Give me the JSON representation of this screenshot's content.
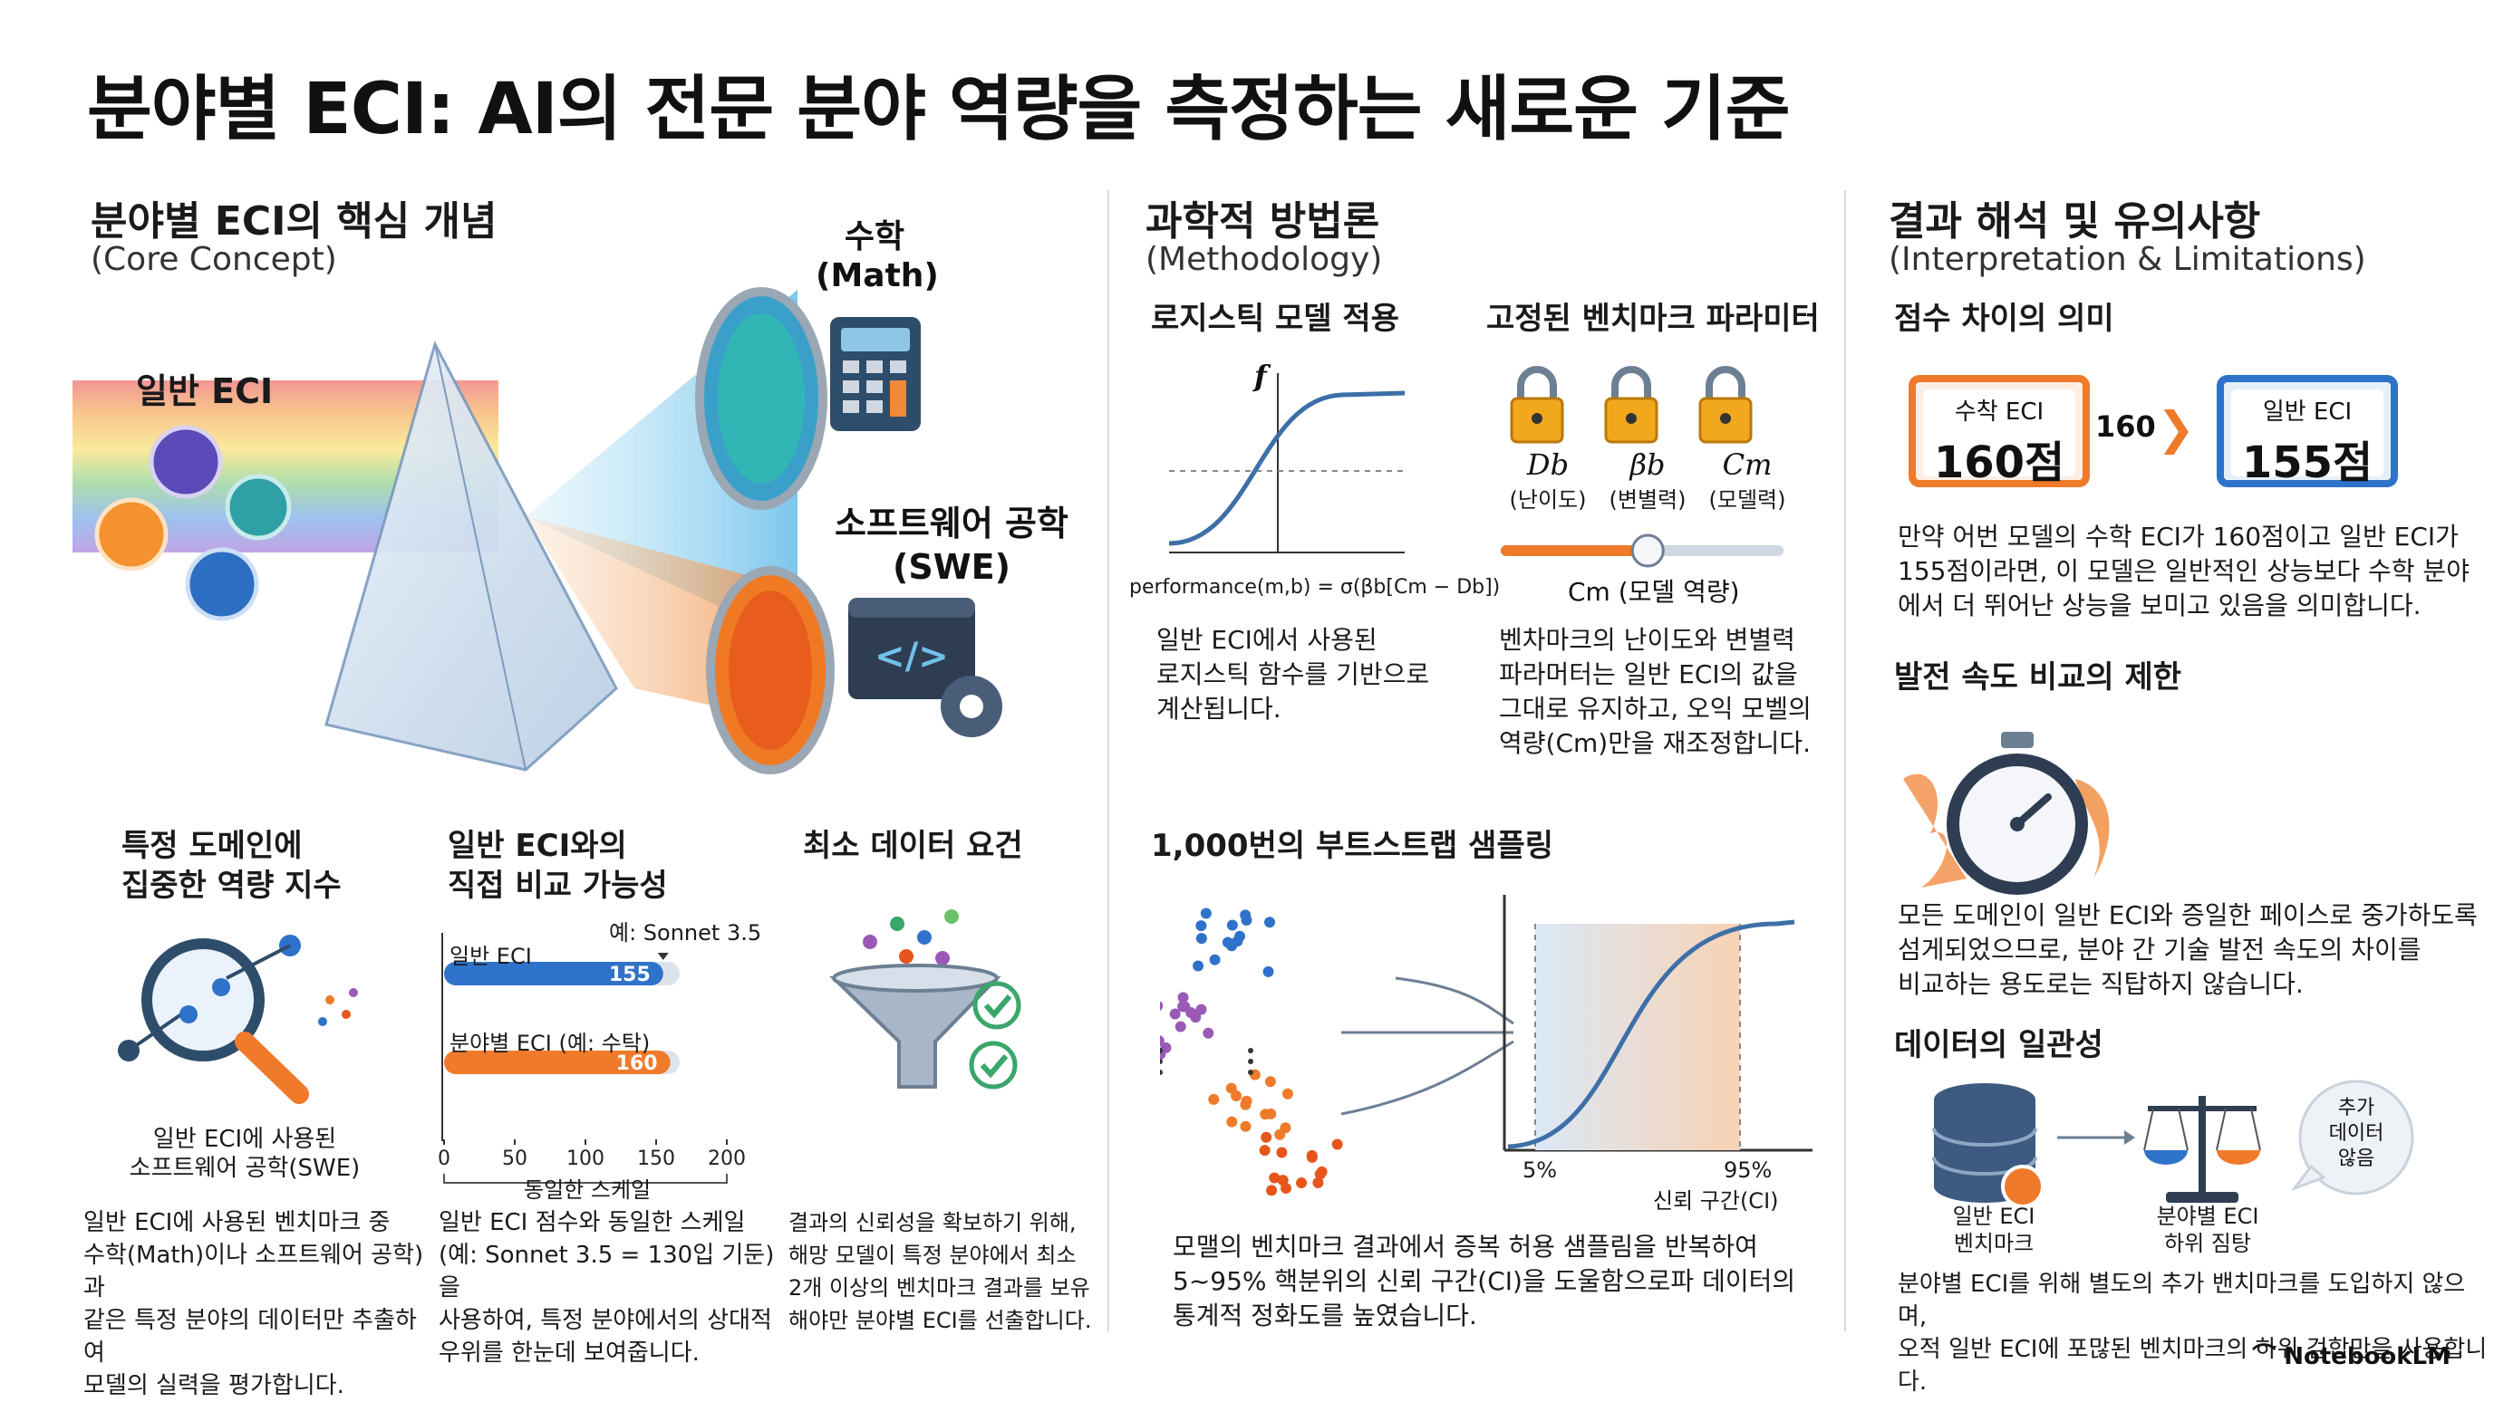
{
  "title": "분야별 ECI: AI의 전문 분야 역량을 측정하는 새로운 기준",
  "col1": {
    "heading": "분야별 ECI의 핵심 개념",
    "sub": "(Core Concept)",
    "prism_general": "일반 ECI",
    "prism_math": "수학",
    "prism_math_en": "(Math)",
    "prism_swe": "소프트웨어 공학",
    "prism_swe_en": "(SWE)",
    "card1": {
      "heading_l1": "특정 도메인에",
      "heading_l2": "집중한 역량 지수",
      "caption_l1": "일반 ECI에 사용된",
      "caption_l2": "소프트웨어 공학(SWE)",
      "body": [
        "일반 ECI에 사용된 벤치마크 중",
        "수학(Math)이나 소프트웨어 공학)과",
        "같은 특정 분야의 데이터만 추출하여",
        "모델의 실력을 평가합니다."
      ]
    },
    "card2": {
      "heading_l1": "일반 ECI와의",
      "heading_l2": "직접 비교 가능성",
      "example": "예: Sonnet 3.5",
      "bar1_label": "일반 ECI",
      "bar1_value": "155",
      "bar2_label": "분야별 ECI (예: 수탁)",
      "bar2_value": "160",
      "ticks": [
        "0",
        "50",
        "100",
        "150",
        "200"
      ],
      "axis_note": "동일한 스케일",
      "body": [
        "일반 ECI 점수와 동일한 스케일",
        "(예: Sonnet 3.5 = 130입 기둔)을",
        "사용하여, 특정 분야에서의 상대적",
        "우위를 한눈데 보여줍니다."
      ]
    },
    "card3": {
      "heading": "최소 데이터 요건",
      "body": [
        "결과의 신뢰성을 확보하기 위해,",
        "해망 모델이 특정 분야에서 최소",
        "2개 이상의 벤치마크 결과를 보유",
        "해야만 분야별 ECI를 선출합니다."
      ]
    }
  },
  "col2": {
    "heading": "과학적 방법론",
    "sub": "(Methodology)",
    "logistic": {
      "heading": "로지스틱 모델 적용",
      "f_label": "f",
      "formula": "performance(m,b) = σ(βb[Cm − Db])",
      "body": [
        "일반 ECI에서 사용된",
        "로지스틱 함수를 기반으로",
        "계산됩니다."
      ]
    },
    "params": {
      "heading": "고정된 벤치마크 파라미터",
      "lock1": "Db",
      "lock1_sub": "(난이도)",
      "lock2": "βb",
      "lock2_sub": "(변별력)",
      "lock3": "Cm",
      "lock3_sub": "(모델력)",
      "slider_label": "Cm (모델 역량)",
      "slider_level": 0.52,
      "body": [
        "벤차마크의 난이도와 변별력",
        "파라머터는 일반 ECI의 값을",
        "그대로 유지하고, 오익 모벨의",
        "역량(Cm)만을 재조정합니다."
      ]
    },
    "bootstrap": {
      "heading": "1,000번의 부트스트랩 샘플링",
      "p5": "5%",
      "p95": "95%",
      "ci_label": "신뢰 구간(CI)",
      "body": [
        "모맬의 벤치마크 결과에서 증복 허용 샘플림을 반복하여",
        "5~95% 핵분위의 신뢰 구간(CI)을 도울함으로파 데이터의",
        "통계적 정화도를 높였습니다."
      ]
    }
  },
  "col3": {
    "heading": "결과 해석 및 유의사항",
    "sub": "(Interpretation & Limitations)",
    "score": {
      "heading": "점수 차이의 의미",
      "left_label": "수착 ECI",
      "left_value": "160점",
      "middle": "160",
      "right_label": "일반 ECI",
      "right_value": "155점",
      "body": [
        "만약 어번 모델의 수학 ECI가 160점이고 일반 ECI가",
        "155점이라면, 이 모델은 일반적인 상능보다 수학 분야",
        "에서 더 뛰어난 상능을 보미고 있음을 의미합니다."
      ]
    },
    "speed": {
      "heading": "발전 속도 비교의 제한",
      "body": [
        "모든 도메인이 일반 ECI와 증일한 페이스로 중가하도록",
        "섬게되었으므로, 분야 간 기술 발전 속도의 차이를",
        "비교하는 용도로는 직탑하지 않습니다."
      ]
    },
    "data": {
      "heading": "데이터의 일관성",
      "db_l1": "일반 ECI",
      "db_l2": "벤치마크",
      "scale_l1": "분야별 ECI",
      "scale_l2": "하위 짐탕",
      "bubble": [
        "추가",
        "데이터",
        "않음"
      ],
      "body": [
        "분야별 ECI를 위해 별도의 추가 밴치마크를 도입하지 않으며,",
        "오적 일반 ECI에 포많된 벤치마크의 하위 검합만을 사용합니다."
      ]
    }
  },
  "brand": "NotebookLM",
  "colors": {
    "blue": "#2f72c9",
    "orange": "#ef7a2a",
    "gold": "#f2a81d",
    "navy": "#2d3a4f"
  }
}
